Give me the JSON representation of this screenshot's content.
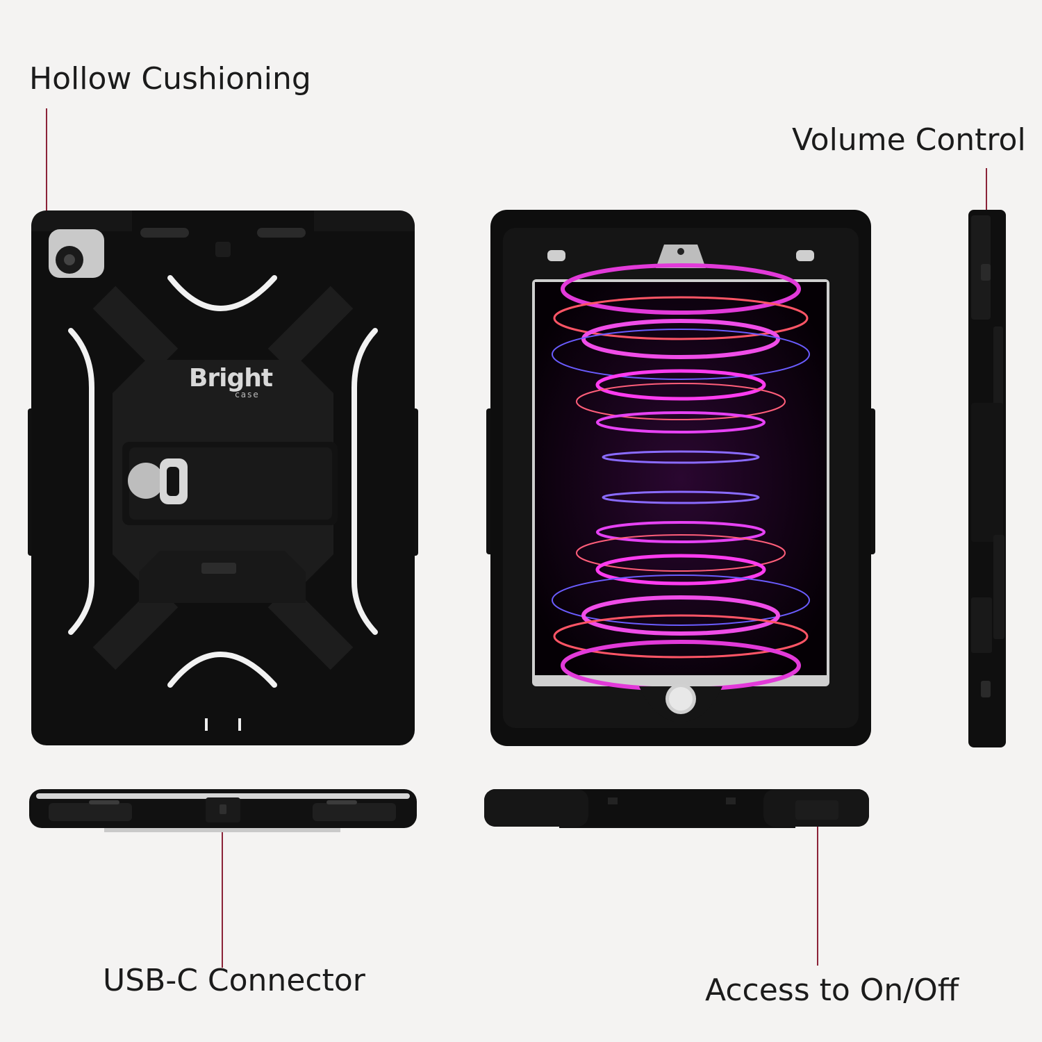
{
  "callouts": {
    "hollow_cushioning": "Hollow Cushioning",
    "volume_control": "Volume Control",
    "usb_c_connector": "USB-C Connector",
    "access_on_off": "Access to On/Off"
  },
  "brand": {
    "logo_text": "Bright",
    "logo_sub": "case"
  },
  "colors": {
    "case_black": "#0d0d0d",
    "accent_white": "#f2f2f2",
    "leader_line": "#8b2338",
    "screen_magenta": "#d51fd0"
  }
}
